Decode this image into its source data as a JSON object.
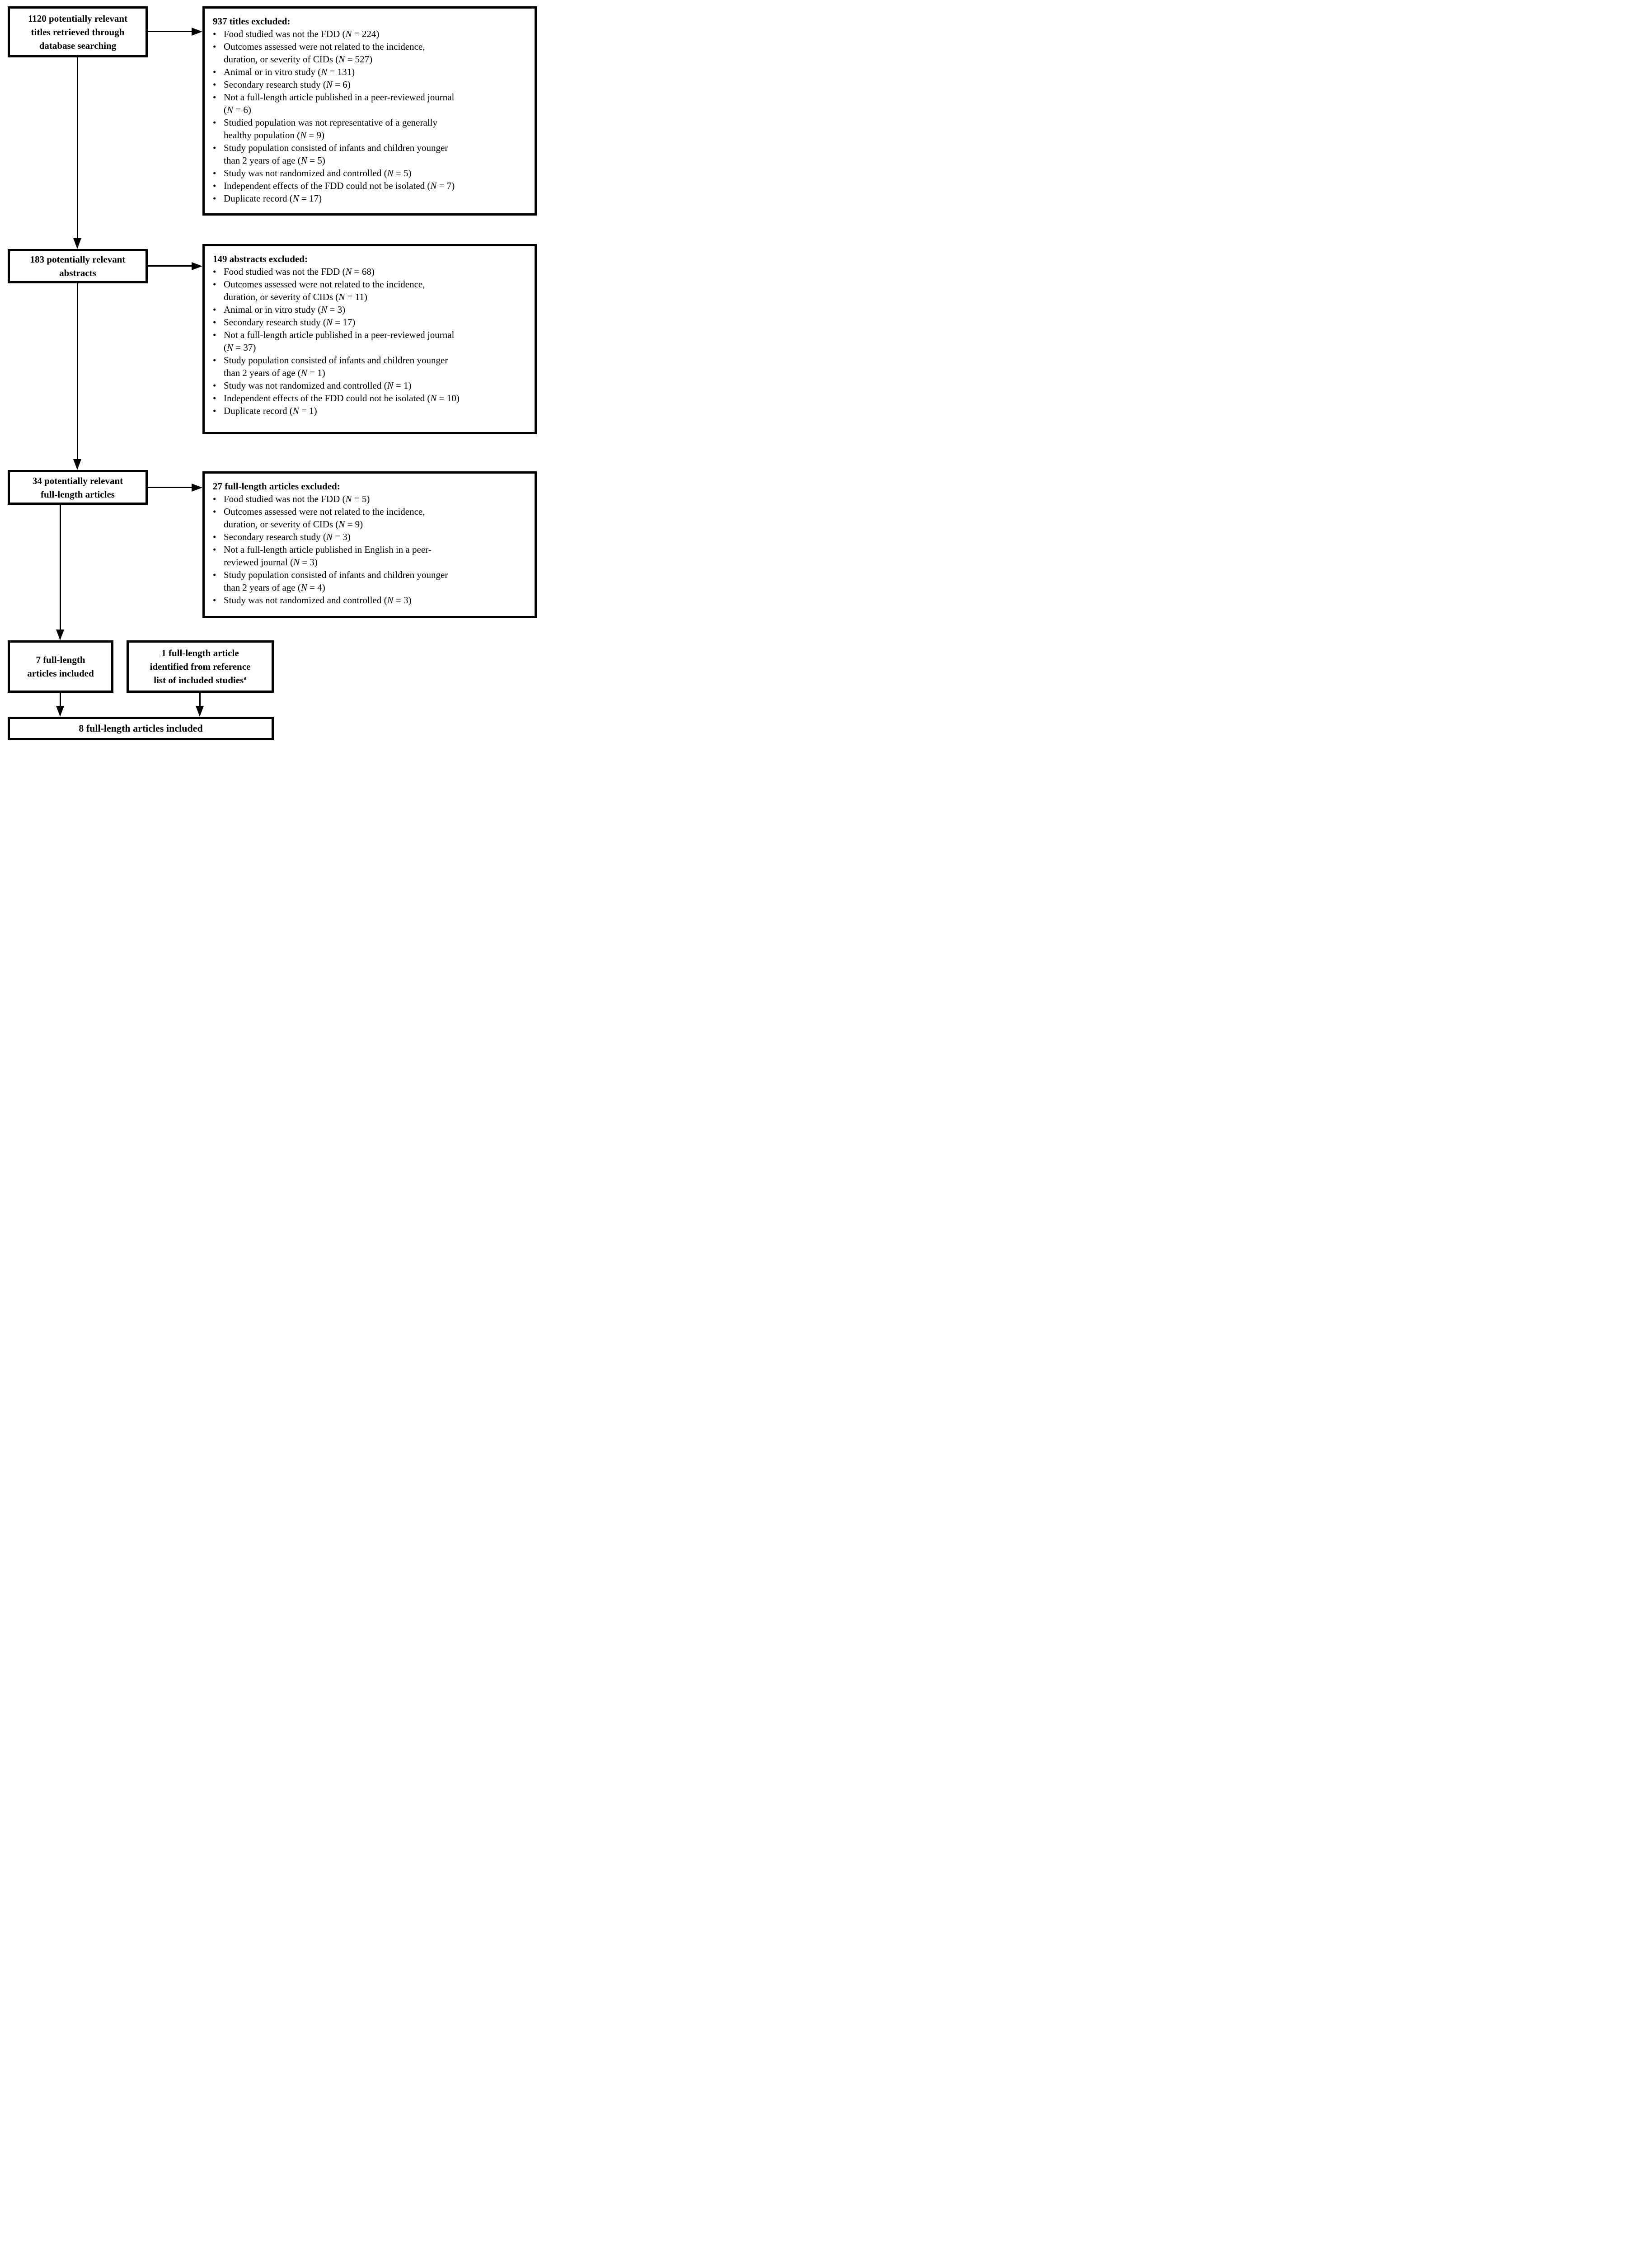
{
  "bullet_glyph": "•",
  "n_label": "N",
  "boxes": {
    "titles": {
      "lines": [
        "1120 potentially relevant",
        "titles retrieved through",
        "database searching"
      ]
    },
    "abstracts": {
      "lines": [
        "183 potentially relevant",
        "abstracts"
      ]
    },
    "fulltext": {
      "lines": [
        "34 potentially relevant",
        "full-length articles"
      ]
    },
    "included7": {
      "lines": [
        "7 full-length",
        "articles included"
      ]
    },
    "reference1": {
      "lines": [
        "1 full-length article",
        "identified from reference",
        "list of included studies"
      ],
      "superscript": "a"
    },
    "included8": {
      "lines": [
        "8 full-length articles included"
      ]
    }
  },
  "exclusions": [
    {
      "title": "937 titles excluded:",
      "items": [
        {
          "lines": [
            "Food studied was not the FDD"
          ],
          "n": "224"
        },
        {
          "lines": [
            "Outcomes assessed were not related to the incidence,",
            "duration, or severity of CIDs"
          ],
          "n": "527"
        },
        {
          "lines": [
            "Animal or in vitro study"
          ],
          "n": "131"
        },
        {
          "lines": [
            "Secondary research study"
          ],
          "n": "6"
        },
        {
          "lines": [
            "Not a full-length article published in a peer-reviewed journal",
            ""
          ],
          "n": "6"
        },
        {
          "lines": [
            "Studied population was not representative of a generally",
            "healthy population"
          ],
          "n": "9"
        },
        {
          "lines": [
            "Study population consisted of infants and children younger",
            "than 2 years of age"
          ],
          "n": "5"
        },
        {
          "lines": [
            "Study was not randomized and controlled"
          ],
          "n": "5"
        },
        {
          "lines": [
            "Independent effects of the FDD could not be isolated"
          ],
          "n": "7"
        },
        {
          "lines": [
            "Duplicate record"
          ],
          "n": "17"
        }
      ]
    },
    {
      "title": "149 abstracts excluded:",
      "items": [
        {
          "lines": [
            "Food studied was not the FDD"
          ],
          "n": "68"
        },
        {
          "lines": [
            "Outcomes assessed were not related to the incidence,",
            "duration, or severity of CIDs"
          ],
          "n": "11"
        },
        {
          "lines": [
            "Animal or in vitro study"
          ],
          "n": "3"
        },
        {
          "lines": [
            "Secondary research study"
          ],
          "n": "17"
        },
        {
          "lines": [
            "Not a full-length article published in a peer-reviewed journal",
            ""
          ],
          "n": "37"
        },
        {
          "lines": [
            "Study population consisted of infants and children younger",
            "than 2 years of age"
          ],
          "n": "1"
        },
        {
          "lines": [
            "Study was not randomized and controlled"
          ],
          "n": "1"
        },
        {
          "lines": [
            "Independent effects of the FDD could not be isolated"
          ],
          "n": "10"
        },
        {
          "lines": [
            "Duplicate record"
          ],
          "n": "1"
        }
      ]
    },
    {
      "title": "27 full-length articles excluded:",
      "items": [
        {
          "lines": [
            "Food studied was not the FDD"
          ],
          "n": "5"
        },
        {
          "lines": [
            "Outcomes assessed were not related to the incidence,",
            "duration, or severity of CIDs"
          ],
          "n": "9"
        },
        {
          "lines": [
            "Secondary research study"
          ],
          "n": "3"
        },
        {
          "lines": [
            "Not a full-length article published in English in a peer-",
            "reviewed journal"
          ],
          "n": "3"
        },
        {
          "lines": [
            "Study population consisted of infants and children younger",
            "than 2 years of age"
          ],
          "n": "4"
        },
        {
          "lines": [
            "Study was not randomized and controlled"
          ],
          "n": "3"
        }
      ]
    }
  ]
}
